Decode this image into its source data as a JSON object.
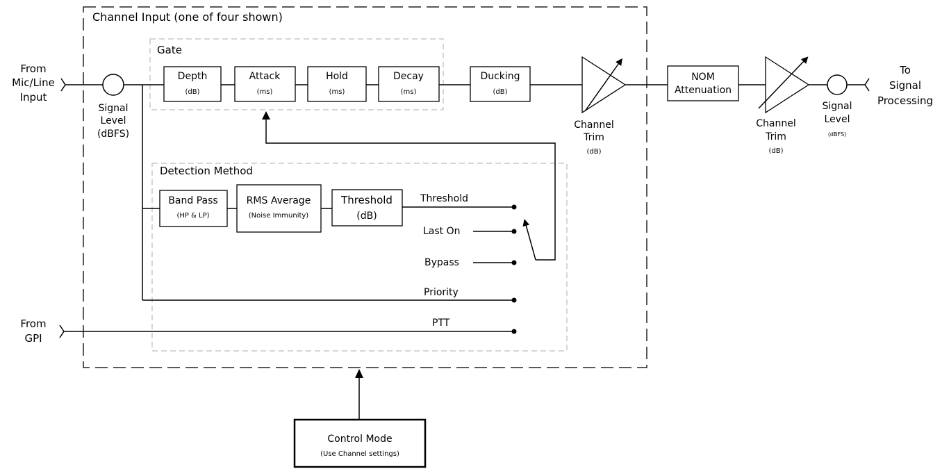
{
  "channel_title": "Channel Input (one of four shown)",
  "gate_title": "Gate",
  "detection_title": "Detection Method",
  "inputs": {
    "mic_line": [
      "From",
      "Mic/Line",
      "Input"
    ],
    "gpi": [
      "From",
      "GPI"
    ]
  },
  "output": [
    "To",
    "Signal",
    "Processing"
  ],
  "signal_level_in": {
    "line1": "Signal",
    "line2": "Level",
    "unit": "(dBFS)"
  },
  "signal_level_out": {
    "line1": "Signal",
    "line2": "Level",
    "unit": "(dBFS)"
  },
  "gate_blocks": [
    {
      "label": "Depth",
      "unit": "(dB)"
    },
    {
      "label": "Attack",
      "unit": "(ms)"
    },
    {
      "label": "Hold",
      "unit": "(ms)"
    },
    {
      "label": "Decay",
      "unit": "(ms)"
    }
  ],
  "ducking": {
    "label": "Ducking",
    "unit": "(dB)"
  },
  "channel_trim_1": {
    "line1": "Channel",
    "line2": "Trim",
    "unit": "(dB)"
  },
  "nom": {
    "line1": "NOM",
    "line2": "Attenuation"
  },
  "channel_trim_2": {
    "line1": "Channel",
    "line2": "Trim",
    "unit": "(dB)"
  },
  "detection_blocks": [
    {
      "label": "Band Pass",
      "unit": "(HP & LP)"
    },
    {
      "label": "RMS Average",
      "unit": "(Noise Immunity)"
    },
    {
      "label": "Threshold",
      "unit": "(dB)"
    }
  ],
  "switch_inputs": [
    "Threshold",
    "Last On",
    "Bypass",
    "Priority",
    "PTT"
  ],
  "control_mode": {
    "label": "Control Mode",
    "sub": "(Use Channel settings)"
  }
}
